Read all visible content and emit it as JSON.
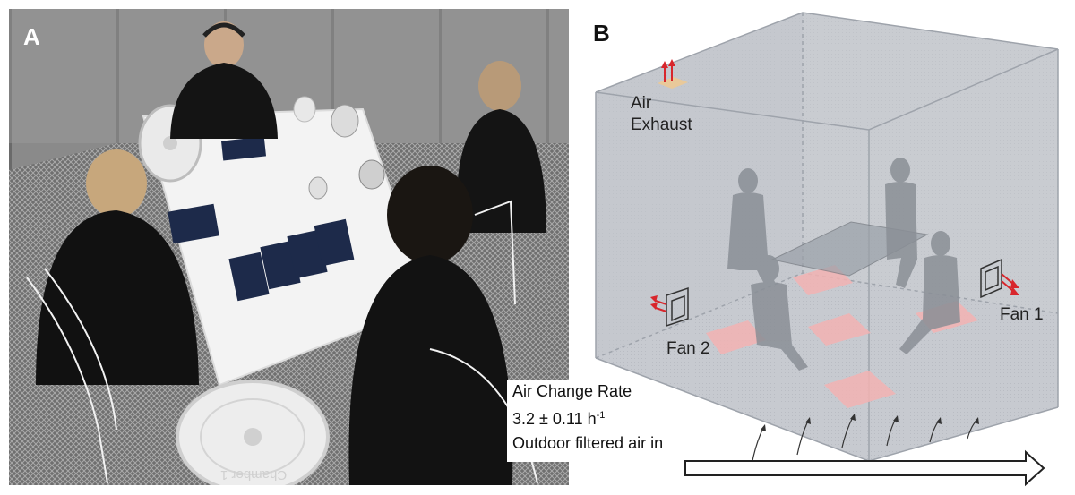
{
  "panel_a": {
    "label": "A",
    "chamber_text": "Chamber 1"
  },
  "panel_b": {
    "label": "B",
    "air_exhaust_line1": "Air",
    "air_exhaust_line2": "Exhaust",
    "fan1": "Fan 1",
    "fan2": "Fan 2"
  },
  "air_change": {
    "title": "Air Change Rate",
    "value": "3.2 ± 0.11 h",
    "unit_sup": "-1",
    "inflow": "Outdoor filtered air in"
  },
  "colors": {
    "box_fill": "#c9ccd2",
    "box_edge": "#9ea3ab",
    "tile": "#f3b3b3",
    "fan_arrow": "#d8262c",
    "exhaust_pad": "#e9c99a"
  }
}
